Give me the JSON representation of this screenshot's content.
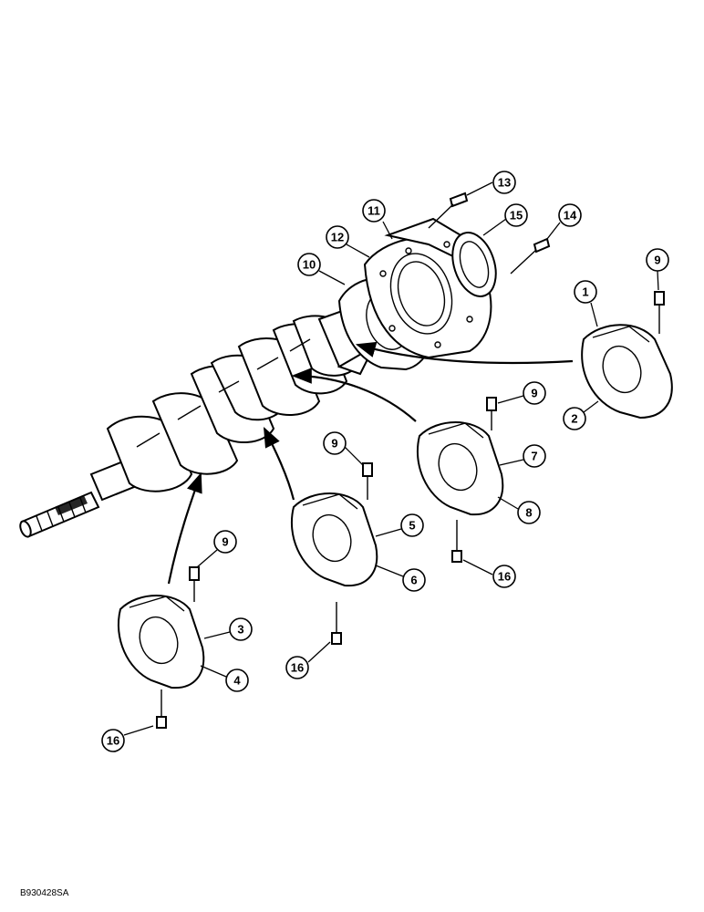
{
  "drawing": {
    "code": "B930428SA",
    "callouts": [
      "13",
      "11",
      "15",
      "14",
      "12",
      "10",
      "9",
      "1",
      "2",
      "9",
      "7",
      "8",
      "9",
      "5",
      "6",
      "16",
      "9",
      "3",
      "4",
      "16",
      "16"
    ]
  }
}
